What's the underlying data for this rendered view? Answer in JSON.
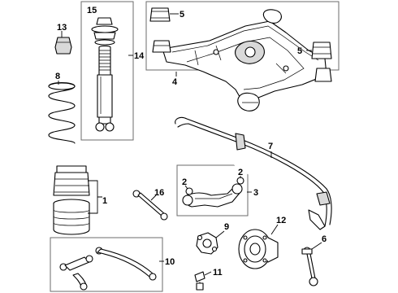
{
  "diagram": {
    "callouts": {
      "c1": "1",
      "c2a": "2",
      "c2b": "2",
      "c3": "3",
      "c4": "4",
      "c5a": "5",
      "c5b": "5",
      "c6": "6",
      "c7": "7",
      "c8": "8",
      "c9": "9",
      "c10": "10",
      "c11": "11",
      "c12": "12",
      "c13": "13",
      "c14": "14",
      "c15": "15",
      "c16": "16"
    }
  }
}
